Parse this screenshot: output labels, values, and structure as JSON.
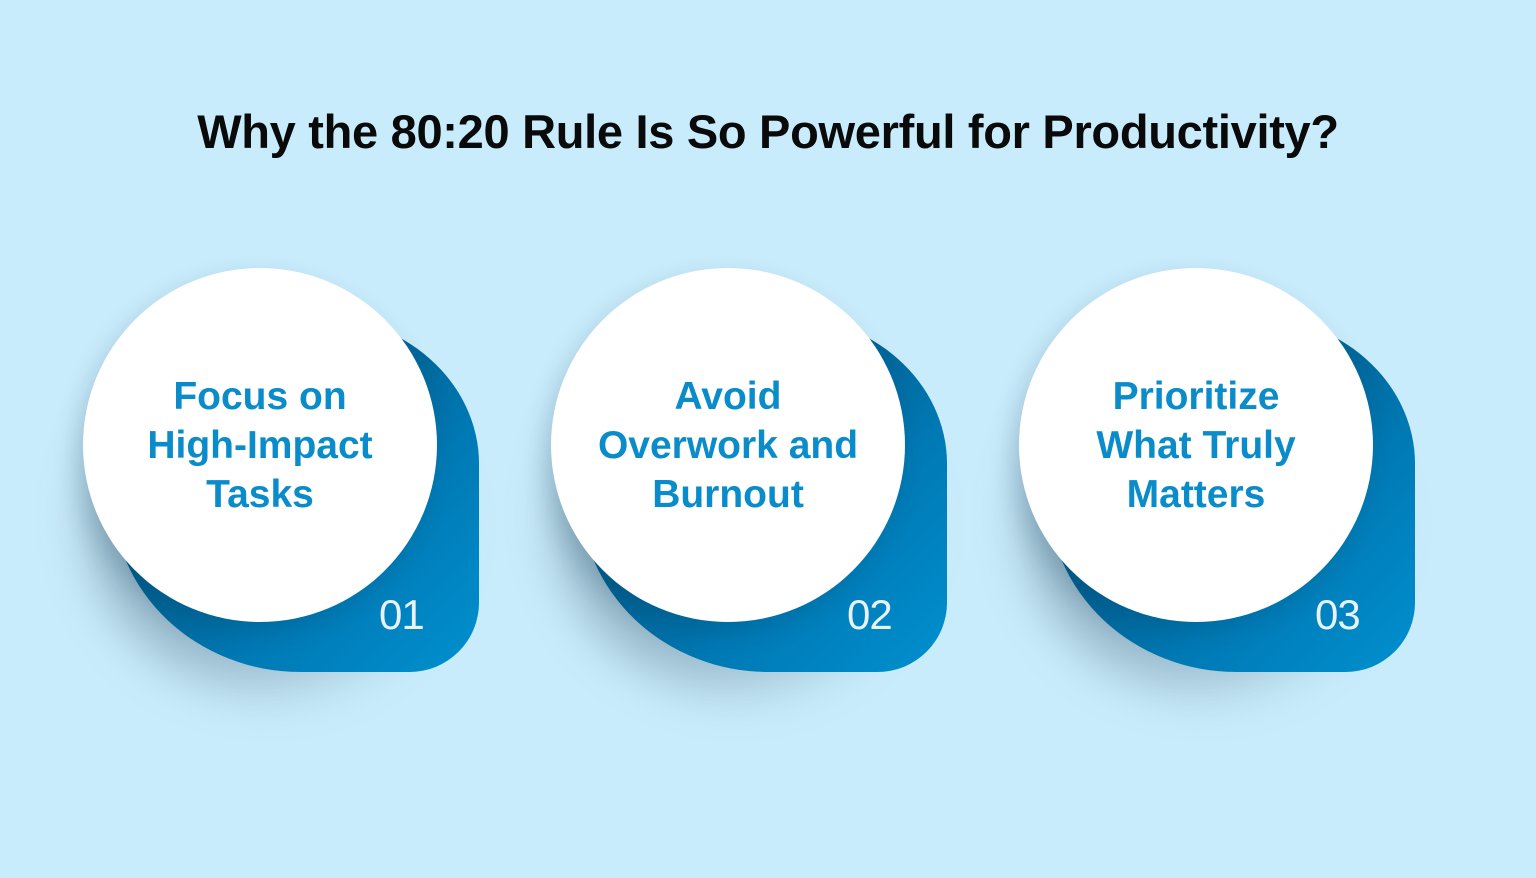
{
  "title": "Why the 80:20 Rule Is So Powerful for Productivity?",
  "colors": {
    "background": "#c9ecfc",
    "accent_text": "#0a8bca",
    "blob_light": "#0090cf",
    "blob_dark": "#00466e",
    "circle": "#ffffff",
    "title": "#0a0a0a"
  },
  "cards": [
    {
      "number": "01",
      "lines": [
        "Focus on",
        "High-Impact",
        "Tasks"
      ]
    },
    {
      "number": "02",
      "lines": [
        "Avoid",
        "Overwork and",
        "Burnout"
      ]
    },
    {
      "number": "03",
      "lines": [
        "Prioritize",
        "What Truly",
        "Matters"
      ]
    }
  ]
}
